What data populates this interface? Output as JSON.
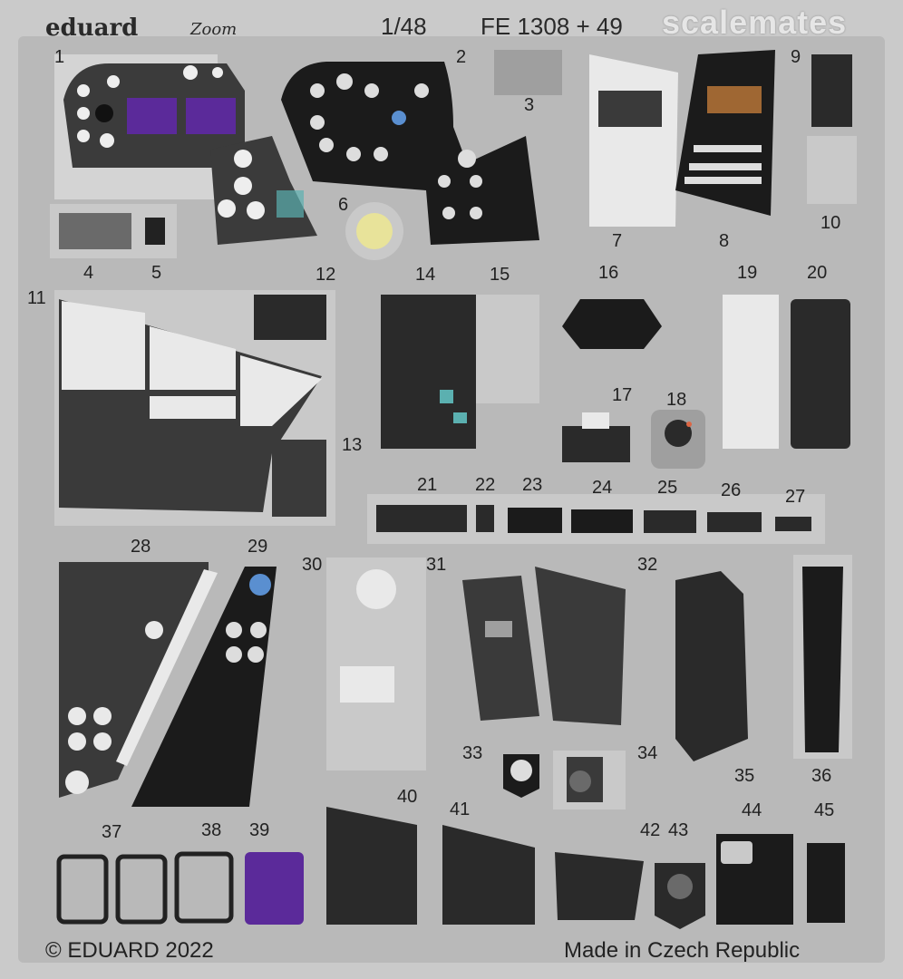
{
  "header": {
    "brand": "eduard",
    "brand_sub": "Zoom",
    "scale": "1/48",
    "code": "FE 1308 + 49",
    "watermark": "scalemates"
  },
  "footer": {
    "copyright": "© EDUARD 2022",
    "origin": "Made in Czech Republic"
  },
  "part_numbers": [
    "1",
    "2",
    "3",
    "4",
    "5",
    "6",
    "7",
    "8",
    "9",
    "10",
    "11",
    "12",
    "13",
    "14",
    "15",
    "16",
    "17",
    "18",
    "19",
    "20",
    "21",
    "22",
    "23",
    "24",
    "25",
    "26",
    "27",
    "28",
    "29",
    "30",
    "31",
    "32",
    "33",
    "34",
    "35",
    "36",
    "37",
    "38",
    "39",
    "40",
    "41",
    "42",
    "43",
    "44",
    "45"
  ],
  "colors": {
    "fret": "#b9b9b9",
    "sheet": "#cacaca",
    "panel_black": "#1b1b1b",
    "panel_dark": "#3a3a3a",
    "screen_purple": "#5b2a9a",
    "light_panel": "#e9e9e9",
    "lamp_yellow": "#e8e39a"
  }
}
